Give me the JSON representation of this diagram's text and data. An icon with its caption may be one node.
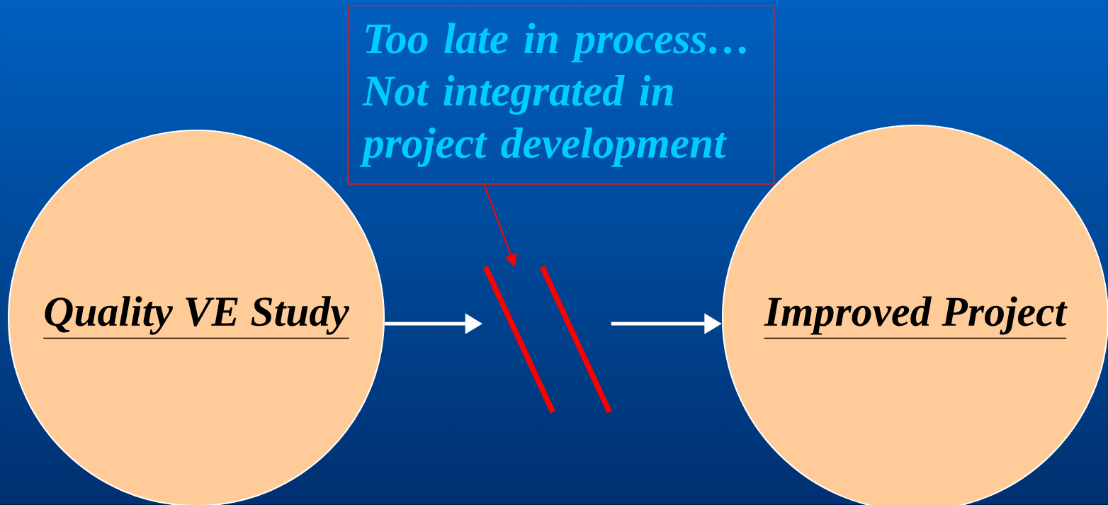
{
  "diagram": {
    "nodes": [
      {
        "text": [
          "Quality VE Study"
        ]
      },
      {
        "text": [
          "Improved Project"
        ]
      },
      {
        "text": [
          "Too late in process… Not integrated in project development"
        ]
      },
      {
        "text": [],
        "shape": "bar"
      }
    ],
    "edges": [
      {
        "from": 0,
        "to": 3,
        "arrow": "to"
      },
      {
        "from": 3,
        "to": 1,
        "arrow": "to"
      },
      {
        "from": 2,
        "to": 3,
        "arrow": "to",
        "color": "#ff0000"
      }
    ]
  }
}
